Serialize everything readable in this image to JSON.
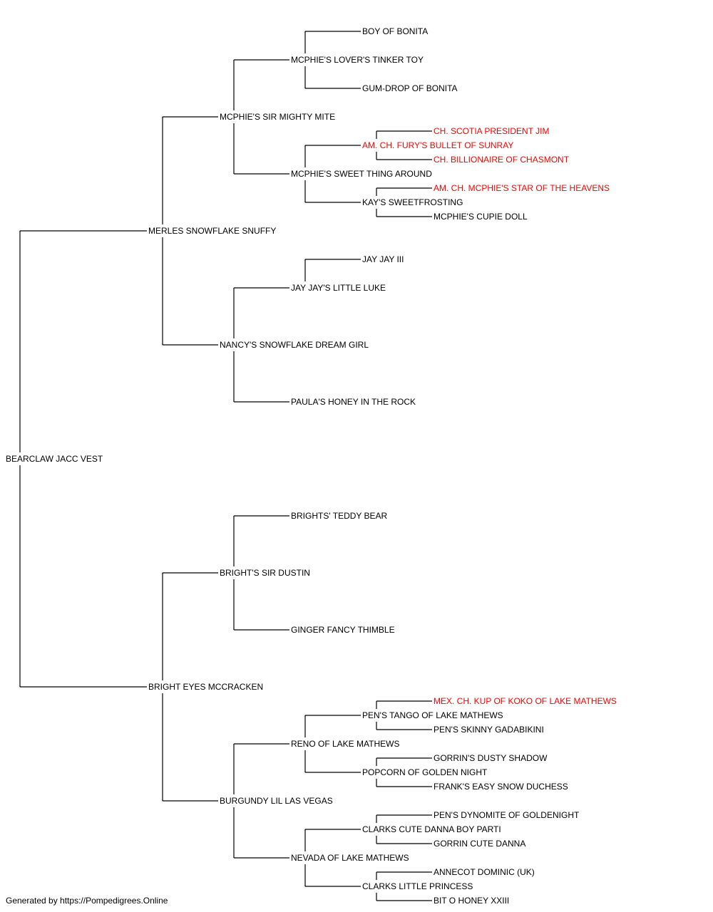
{
  "colors": {
    "line": "#000000",
    "text": "#000000",
    "champion": "#ff0000"
  },
  "pedigree": {
    "name": "BEARCLAW JACC VEST",
    "sire": {
      "name": "MERLES SNOWFLAKE SNUFFY",
      "sire": {
        "name": "MCPHIE'S SIR MIGHTY MITE",
        "sire": {
          "name": "MCPHIE'S LOVER'S TINKER TOY",
          "sire": {
            "name": "BOY OF BONITA"
          },
          "dam": {
            "name": "GUM-DROP OF BONITA"
          }
        },
        "dam": {
          "name": "MCPHIE'S SWEET THING AROUND",
          "sire": {
            "name": "AM. CH. FURY'S BULLET OF SUNRAY",
            "champion": true,
            "sire": {
              "name": "CH. SCOTIA PRESIDENT JIM",
              "champion": true
            },
            "dam": {
              "name": "CH. BILLIONAIRE OF CHASMONT",
              "champion": true
            }
          },
          "dam": {
            "name": "KAY'S SWEETFROSTING",
            "sire": {
              "name": "AM. CH. MCPHIE'S STAR OF THE HEAVENS",
              "champion": true
            },
            "dam": {
              "name": "MCPHIE'S CUPIE DOLL"
            }
          }
        }
      },
      "dam": {
        "name": "NANCY'S SNOWFLAKE DREAM GIRL",
        "sire": {
          "name": "JAY JAY'S LITTLE LUKE",
          "sire": {
            "name": "JAY JAY III"
          }
        },
        "dam": {
          "name": "PAULA'S HONEY IN THE ROCK"
        }
      }
    },
    "dam": {
      "name": "BRIGHT EYES MCCRACKEN",
      "sire": {
        "name": "BRIGHT'S SIR DUSTIN",
        "sire": {
          "name": "BRIGHTS' TEDDY BEAR"
        },
        "dam": {
          "name": "GINGER FANCY THIMBLE"
        }
      },
      "dam": {
        "name": "BURGUNDY LIL LAS VEGAS",
        "sire": {
          "name": "RENO OF LAKE MATHEWS",
          "sire": {
            "name": "PEN'S TANGO OF LAKE MATHEWS",
            "sire": {
              "name": "MEX. CH. KUP OF KOKO OF LAKE MATHEWS",
              "champion": true
            },
            "dam": {
              "name": "PEN'S SKINNY GADABIKINI"
            }
          },
          "dam": {
            "name": "POPCORN OF GOLDEN NIGHT",
            "sire": {
              "name": "GORRIN'S DUSTY SHADOW"
            },
            "dam": {
              "name": "FRANK'S EASY SNOW DUCHESS"
            }
          }
        },
        "dam": {
          "name": "NEVADA OF LAKE MATHEWS",
          "sire": {
            "name": "CLARKS CUTE DANNA BOY PARTI",
            "sire": {
              "name": "PEN'S DYNOMITE OF GOLDENIGHT"
            },
            "dam": {
              "name": "GORRIN CUTE DANNA"
            }
          },
          "dam": {
            "name": "CLARKS LITTLE PRINCESS",
            "sire": {
              "name": "ANNECOT DOMINIC (UK)"
            },
            "dam": {
              "name": "BIT O HONEY XXIII"
            }
          }
        }
      }
    }
  },
  "footer": {
    "text": "Generated by https://Pompedigrees.Online"
  }
}
